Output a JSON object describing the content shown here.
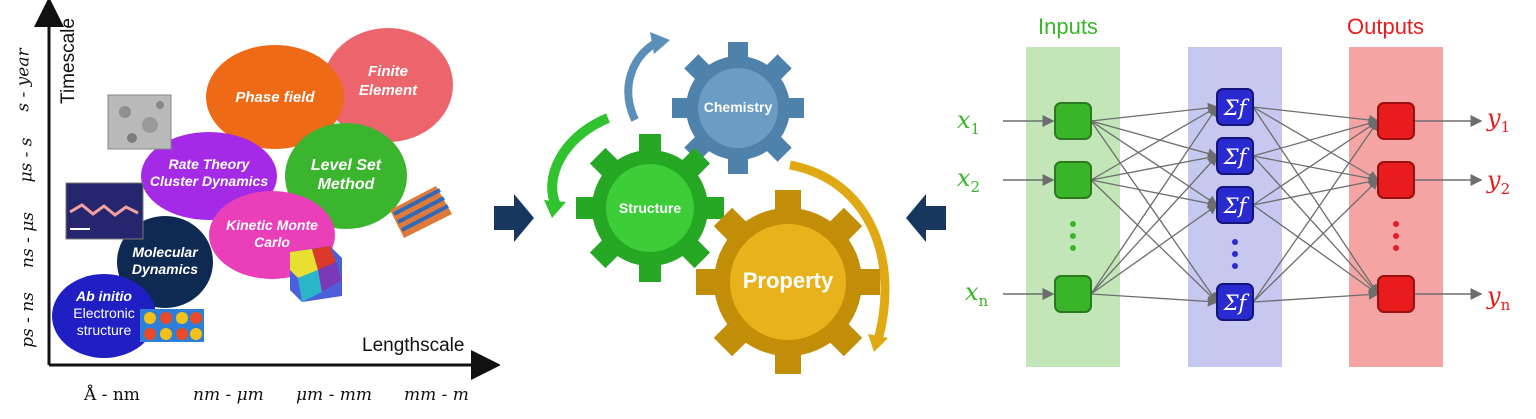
{
  "left_panel": {
    "y_axis_title": "Timescale",
    "x_axis_title": "Lengthscale",
    "time_ticks": [
      "s - year",
      "μs - s",
      "ns - μs",
      "ps - ns"
    ],
    "length_ticks": [
      "Å - nm",
      "nm - μm",
      "μm - mm",
      "mm - m"
    ],
    "methods": [
      {
        "line1": "Ab initio",
        "line2": "Electronic",
        "line3": "structure",
        "color": "#1f1fc4"
      },
      {
        "line1": "Molecular",
        "line2": "Dynamics",
        "color": "#0e2a52"
      },
      {
        "line1": "Kinetic Monte",
        "line2": "Carlo",
        "color": "#ea3fb8"
      },
      {
        "line1": "Rate Theory",
        "line2": "Cluster Dynamics",
        "color": "#a52ae6"
      },
      {
        "line1": "Level Set",
        "line2": "Method",
        "color": "#3bb52d"
      },
      {
        "line1": "Phase field",
        "color": "#ef6a16"
      },
      {
        "line1": "Finite",
        "line2": "Element",
        "color": "#ec646c"
      }
    ]
  },
  "middle_panel": {
    "gears": [
      {
        "label": "Chemistry",
        "color": "#5b8fb8"
      },
      {
        "label": "Structure",
        "color": "#31c22f"
      },
      {
        "label": "Property",
        "color": "#e0a812"
      }
    ]
  },
  "right_panel": {
    "inputs_title": "Inputs",
    "outputs_title": "Outputs",
    "input_vars": [
      {
        "base": "x",
        "sub": "1"
      },
      {
        "base": "x",
        "sub": "2"
      },
      {
        "base": "x",
        "sub": "n"
      }
    ],
    "output_vars": [
      {
        "base": "y",
        "sub": "1"
      },
      {
        "base": "y",
        "sub": "2"
      },
      {
        "base": "y",
        "sub": "n"
      }
    ],
    "hidden_label": "Σf",
    "colors": {
      "inputs": "#3ab52a",
      "outputs": "#e81c1c",
      "hidden": "#2a2ad1"
    }
  }
}
